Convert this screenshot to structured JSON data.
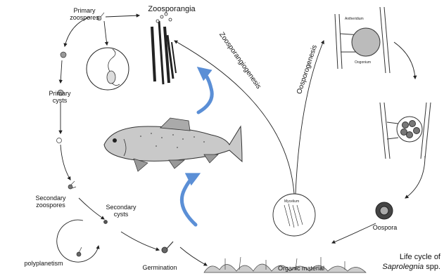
{
  "labels": {
    "zoosporangia": "Zoosporangia",
    "primary_zoospores": "Primary\nzoospores",
    "primary_cysts": "Primary\ncysts",
    "secondary_zoospores": "Secondary\nzoospores",
    "secondary_cysts": "Secondary\ncysts",
    "polyplanetism": "polyplanetism",
    "germination": "Germination",
    "organic_material": "Organic material",
    "mycelium": "Mycelium",
    "oospora": "Oospora",
    "antheridium": "Antheridium",
    "oogonium": "Oogonium",
    "zoosporangiogenesis": "Zoosporangiogenesis",
    "oosporogenesis": "Oosporogenesis"
  },
  "caption": {
    "line1": "Life cycle of",
    "genus": "Saprolegnia",
    "suffix": " spp."
  },
  "colors": {
    "blue_arrow": "#5b8fd6",
    "ink": "#222222"
  }
}
